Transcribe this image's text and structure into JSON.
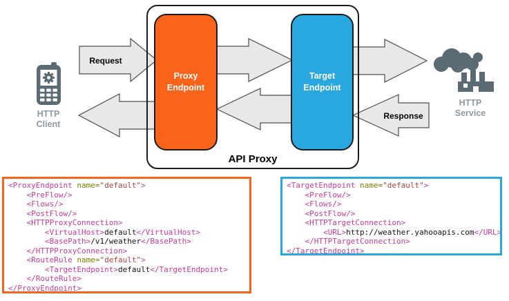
{
  "diagram": {
    "api_proxy_label": "API Proxy",
    "proxy_endpoint_label": "Proxy\nEndpoint",
    "target_endpoint_label": "Target\nEndpoint",
    "request_arrow_label": "Request",
    "response_arrow_label": "Response",
    "http_client_label": "HTTP\nClient",
    "http_service_label": "HTTP\nService",
    "colors": {
      "proxy_orange": "#FA631A",
      "target_blue": "#29A8DF",
      "arrow_fill": "#E8E8E8",
      "arrow_stroke": "#4D4D4D",
      "icon_gray": "#5A6B74",
      "label_gray": "#8F999E",
      "code_tag": "#CC3A9D",
      "code_attr": "#7F7F00",
      "code_value": "#A94343",
      "code_text": "#111111"
    }
  },
  "code_blocks": [
    {
      "id": "proxy-endpoint-code",
      "border_color": "#FA631A",
      "lines": [
        [
          {
            "c": "tag",
            "t": "<ProxyEndpoint "
          },
          {
            "c": "attr",
            "t": "name="
          },
          {
            "c": "val",
            "t": "\"default\""
          },
          {
            "c": "tag",
            "t": ">"
          }
        ],
        [
          {
            "c": "tag",
            "t": "    <PreFlow/>"
          }
        ],
        [
          {
            "c": "tag",
            "t": "    <Flows/>"
          }
        ],
        [
          {
            "c": "tag",
            "t": "    <PostFlow/>"
          }
        ],
        [
          {
            "c": "tag",
            "t": "    <HTTPProxyConnection>"
          }
        ],
        [
          {
            "c": "tag",
            "t": "        <VirtualHost>"
          },
          {
            "c": "txt",
            "t": "default"
          },
          {
            "c": "tag",
            "t": "</VirtualHost>"
          }
        ],
        [
          {
            "c": "tag",
            "t": "        <BasePath>"
          },
          {
            "c": "txt",
            "t": "/v1/weather"
          },
          {
            "c": "tag",
            "t": "</BasePath>"
          }
        ],
        [
          {
            "c": "tag",
            "t": "    </HTTPProxyConnection>"
          }
        ],
        [
          {
            "c": "tag",
            "t": "    <RouteRule "
          },
          {
            "c": "attr",
            "t": "name="
          },
          {
            "c": "val",
            "t": "\"default\""
          },
          {
            "c": "tag",
            "t": ">"
          }
        ],
        [
          {
            "c": "tag",
            "t": "        <TargetEndpoint>"
          },
          {
            "c": "txt",
            "t": "default"
          },
          {
            "c": "tag",
            "t": "</TargetEndpoint>"
          }
        ],
        [
          {
            "c": "tag",
            "t": "    </RouteRule>"
          }
        ],
        [
          {
            "c": "tag",
            "t": "</ProxyEndpoint>"
          }
        ]
      ]
    },
    {
      "id": "target-endpoint-code",
      "border_color": "#29A8DF",
      "lines": [
        [
          {
            "c": "tag",
            "t": "<TargetEndpoint "
          },
          {
            "c": "attr",
            "t": "name="
          },
          {
            "c": "val",
            "t": "\"default\""
          },
          {
            "c": "tag",
            "t": ">"
          }
        ],
        [
          {
            "c": "tag",
            "t": "    <PreFlow/>"
          }
        ],
        [
          {
            "c": "tag",
            "t": "    <Flows/>"
          }
        ],
        [
          {
            "c": "tag",
            "t": "    <PostFlow/>"
          }
        ],
        [
          {
            "c": "tag",
            "t": "    <HTTPTargetConnection>"
          }
        ],
        [
          {
            "c": "tag",
            "t": "        <URL>"
          },
          {
            "c": "txt",
            "t": "http://weather.yahooapis.com"
          },
          {
            "c": "tag",
            "t": "</URL>"
          }
        ],
        [
          {
            "c": "tag",
            "t": "    </HTTPTargetConnection>"
          }
        ],
        [
          {
            "c": "tag",
            "t": "</TargetEndpoint>"
          }
        ]
      ]
    }
  ]
}
